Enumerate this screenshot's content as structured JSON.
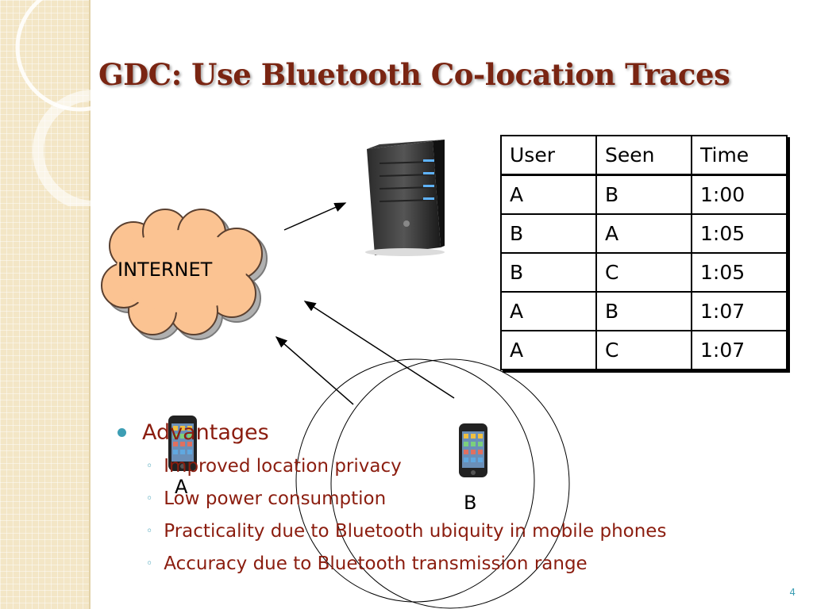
{
  "slide": {
    "title": "GDC: Use Bluetooth Co-location Traces",
    "page_number": "4"
  },
  "diagram": {
    "cloud_label": "INTERNET",
    "phone_a_label": "A",
    "phone_b_label": "B"
  },
  "table": {
    "headers": [
      "User",
      "Seen",
      "Time"
    ],
    "rows": [
      [
        "A",
        "B",
        "1:00"
      ],
      [
        "B",
        "A",
        "1:05"
      ],
      [
        "B",
        "C",
        "1:05"
      ],
      [
        "A",
        "B",
        "1:07"
      ],
      [
        "A",
        "C",
        "1:07"
      ]
    ]
  },
  "bullets": {
    "heading": "Advantages",
    "items": [
      "Improved location privacy",
      "Low power consumption",
      "Practicality due to Bluetooth ubiquity in mobile phones",
      "Accuracy due to Bluetooth transmission range"
    ]
  },
  "colors": {
    "title": "#7a2512",
    "accent": "#3d9eb4",
    "text_red": "#8b1d0f",
    "cloud_fill": "#fbc392"
  }
}
